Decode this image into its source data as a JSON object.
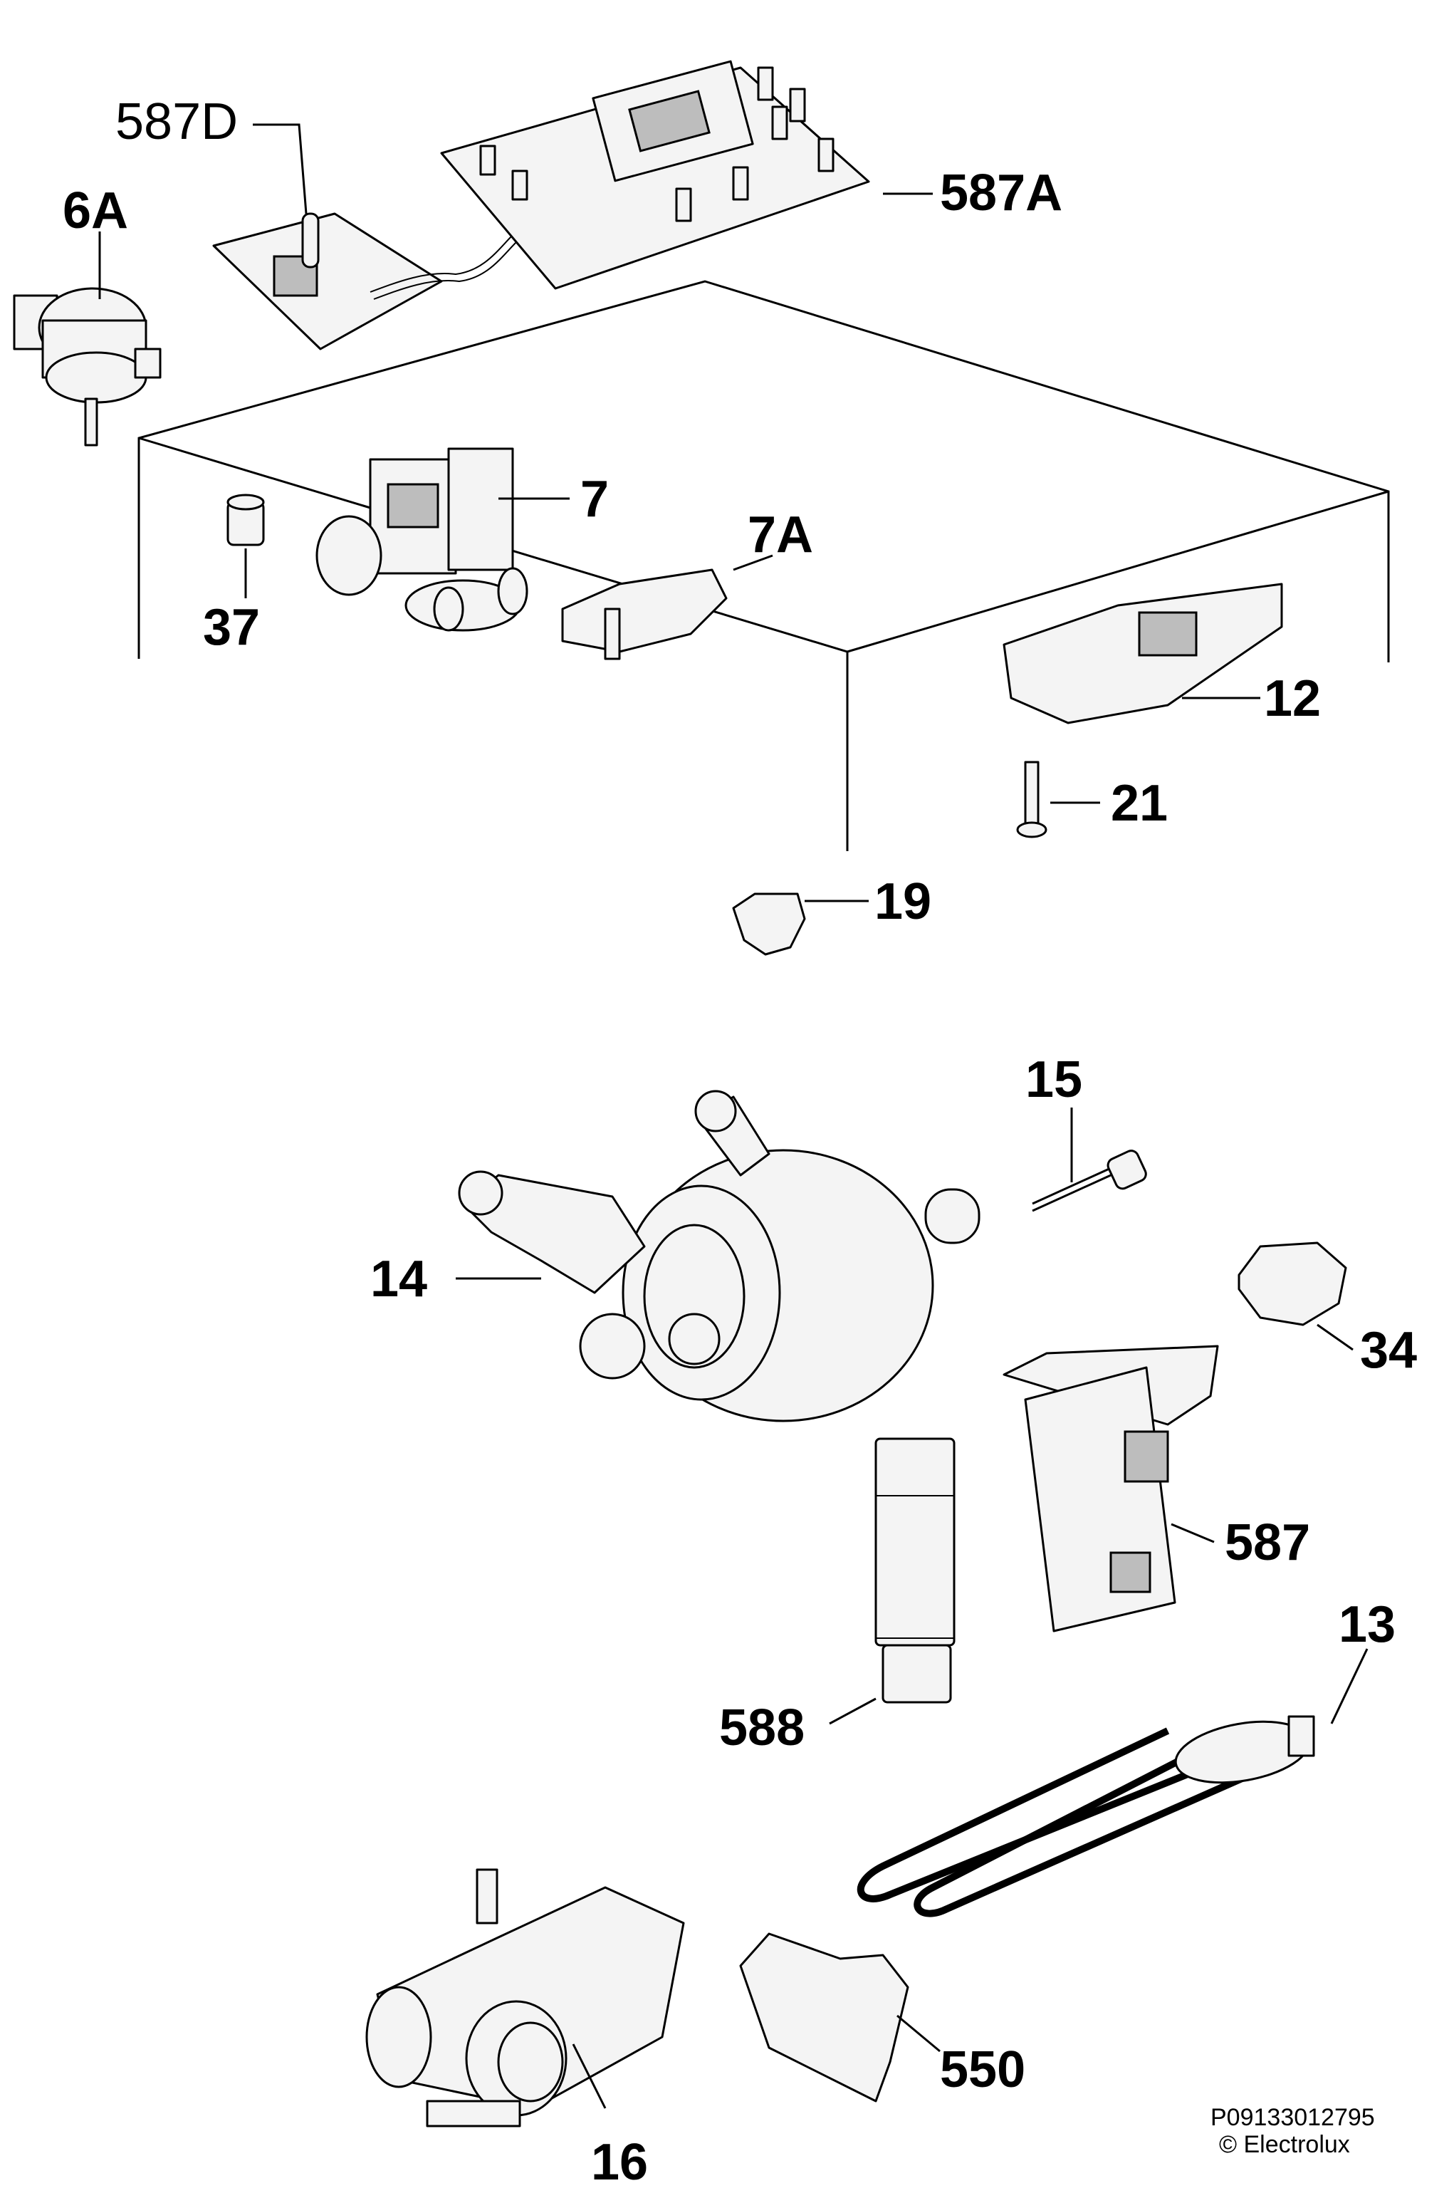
{
  "labels": {
    "p587D_num": "587",
    "p587D_suffix": "D",
    "p6A": "6A",
    "p587A": "587A",
    "p7": "7",
    "p7A": "7A",
    "p37": "37",
    "p12": "12",
    "p21": "21",
    "p19": "19",
    "p15": "15",
    "p14": "14",
    "p34": "34",
    "p587": "587",
    "p13": "13",
    "p588": "588",
    "p550": "550",
    "p16": "16"
  },
  "footer": {
    "reference_code": "P09133012795",
    "copyright": "© Electrolux"
  }
}
